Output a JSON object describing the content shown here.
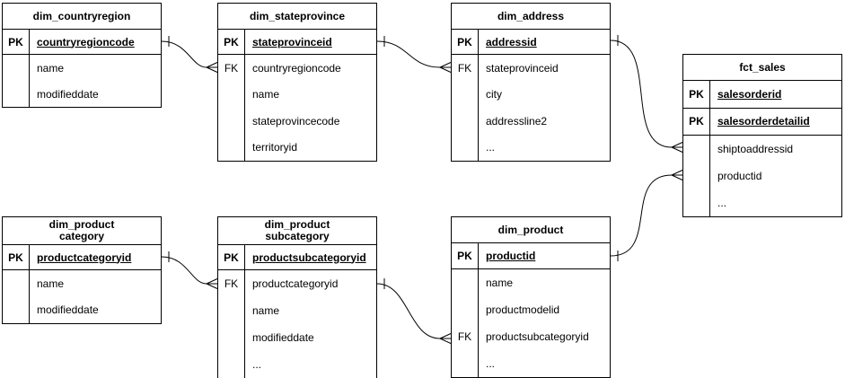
{
  "diagram": {
    "type": "entity-relationship",
    "colors": {
      "background": "#ffffff",
      "line": "#000000",
      "text": "#000000"
    },
    "tables": [
      {
        "title": "dim_countryregion",
        "key_rows": [
          {
            "label": "PK",
            "name": "countryregioncode"
          }
        ],
        "body_rows": [
          {
            "label": "",
            "name": "name"
          },
          {
            "label": "",
            "name": "modifieddate"
          }
        ]
      },
      {
        "title": "dim_stateprovince",
        "key_rows": [
          {
            "label": "PK",
            "name": "stateprovinceid"
          }
        ],
        "body_rows": [
          {
            "label": "FK",
            "name": "countryregioncode"
          },
          {
            "label": "",
            "name": "name"
          },
          {
            "label": "",
            "name": "stateprovincecode"
          },
          {
            "label": "",
            "name": "territoryid"
          }
        ]
      },
      {
        "title": "dim_address",
        "key_rows": [
          {
            "label": "PK",
            "name": "addressid"
          }
        ],
        "body_rows": [
          {
            "label": "FK",
            "name": "stateprovinceid"
          },
          {
            "label": "",
            "name": "city"
          },
          {
            "label": "",
            "name": "addressline2"
          },
          {
            "label": "",
            "name": "..."
          }
        ]
      },
      {
        "title": "fct_sales",
        "key_rows": [
          {
            "label": "PK",
            "name": "salesorderid"
          },
          {
            "label": "PK",
            "name": "salesorderdetailid"
          }
        ],
        "body_rows": [
          {
            "label": "",
            "name": "shiptoaddressid"
          },
          {
            "label": "",
            "name": "productid"
          },
          {
            "label": "",
            "name": "..."
          }
        ]
      },
      {
        "title": "dim_product\ncategory",
        "key_rows": [
          {
            "label": "PK",
            "name": "productcategoryid"
          }
        ],
        "body_rows": [
          {
            "label": "",
            "name": "name"
          },
          {
            "label": "",
            "name": "modifieddate"
          }
        ]
      },
      {
        "title": "dim_product\nsubcategory",
        "key_rows": [
          {
            "label": "PK",
            "name": "productsubcategoryid"
          }
        ],
        "body_rows": [
          {
            "label": "FK",
            "name": "productcategoryid"
          },
          {
            "label": "",
            "name": "name"
          },
          {
            "label": "",
            "name": "modifieddate"
          },
          {
            "label": "",
            "name": "..."
          }
        ]
      },
      {
        "title": "dim_product",
        "key_rows": [
          {
            "label": "PK",
            "name": "productid"
          }
        ],
        "body_rows": [
          {
            "label": "",
            "name": "name"
          },
          {
            "label": "",
            "name": "productmodelid"
          },
          {
            "label": "FK",
            "name": "productsubcategoryid"
          },
          {
            "label": "",
            "name": "..."
          }
        ]
      }
    ],
    "relationships": [
      {
        "from": "dim_countryregion.countryregioncode",
        "to": "dim_stateprovince.countryregioncode",
        "cardinality": "one-to-many"
      },
      {
        "from": "dim_stateprovince.stateprovinceid",
        "to": "dim_address.stateprovinceid",
        "cardinality": "one-to-many"
      },
      {
        "from": "dim_address.addressid",
        "to": "fct_sales.shiptoaddressid",
        "cardinality": "one-to-many"
      },
      {
        "from": "dim_product.productid",
        "to": "fct_sales.productid",
        "cardinality": "one-to-many"
      },
      {
        "from": "dim_productcategory.productcategoryid",
        "to": "dim_productsubcategory.productcategoryid",
        "cardinality": "one-to-many"
      },
      {
        "from": "dim_productsubcategory.productsubcategoryid",
        "to": "dim_product.productsubcategoryid",
        "cardinality": "one-to-many"
      }
    ]
  }
}
